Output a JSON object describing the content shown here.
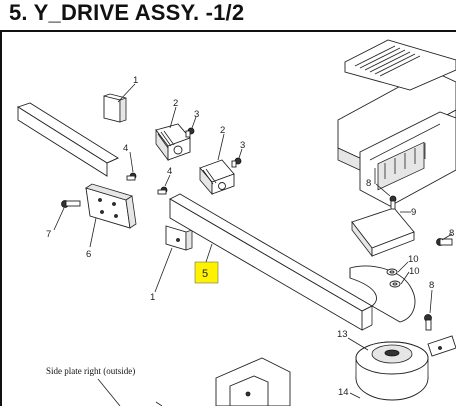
{
  "header": {
    "title": "5. Y_DRIVE ASSY. -1/2"
  },
  "callouts": [
    {
      "id": "c1a",
      "label": "1"
    },
    {
      "id": "c2a",
      "label": "2"
    },
    {
      "id": "c3a",
      "label": "3"
    },
    {
      "id": "c2b",
      "label": "2"
    },
    {
      "id": "c3b",
      "label": "3"
    },
    {
      "id": "c4a",
      "label": "4"
    },
    {
      "id": "c4b",
      "label": "4"
    },
    {
      "id": "c7",
      "label": "7"
    },
    {
      "id": "c6",
      "label": "6"
    },
    {
      "id": "c1b",
      "label": "1"
    },
    {
      "id": "c5",
      "label": "5"
    },
    {
      "id": "c8a",
      "label": "8"
    },
    {
      "id": "c9",
      "label": "9"
    },
    {
      "id": "c8b",
      "label": "8"
    },
    {
      "id": "c10a",
      "label": "10"
    },
    {
      "id": "c10b",
      "label": "10"
    },
    {
      "id": "c8c",
      "label": "8"
    },
    {
      "id": "c13",
      "label": "13"
    },
    {
      "id": "c14",
      "label": "14"
    }
  ],
  "caption": "Side plate right (outside)",
  "highlight": {
    "color": "#fff200"
  }
}
